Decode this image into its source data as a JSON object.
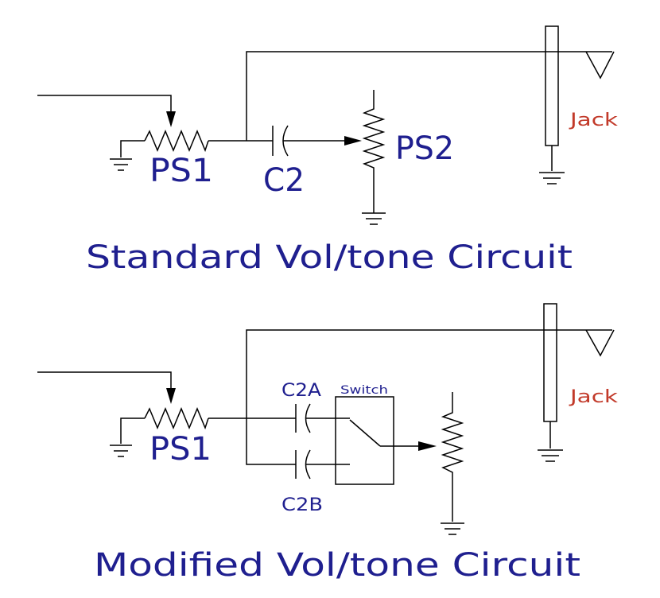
{
  "standard": {
    "pot1_label": "PS1",
    "cap_label": "C2",
    "pot2_label": "PS2",
    "jack_label": "Jack",
    "title": "Standard Vol/tone Circuit"
  },
  "modified": {
    "pot1_label": "PS1",
    "cap_a_label": "C2A",
    "cap_b_label": "C2B",
    "switch_label": "Switch",
    "jack_label": "Jack",
    "title": "Modified Vol/tone Circuit"
  },
  "colors": {
    "wire": "#000000",
    "label_blue": "#1f1f8f",
    "label_red": "#c23a2a"
  }
}
